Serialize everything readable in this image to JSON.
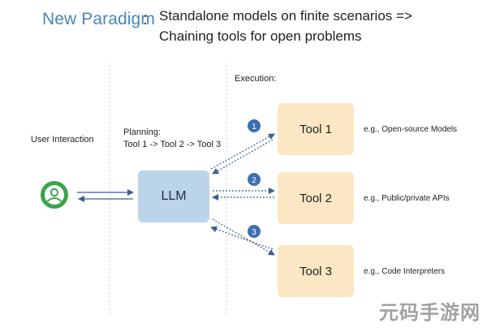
{
  "header": {
    "paradigm": "New Paradigm",
    "colon": ":",
    "line1": "Standalone models on finite scenarios =>",
    "line2": "Chaining tools for open problems"
  },
  "labels": {
    "user_interaction": "User Interaction",
    "planning_1": "Planning:",
    "planning_2": "Tool 1 -> Tool 2 -> Tool 3",
    "execution": "Execution:"
  },
  "llm": "LLM",
  "tools": [
    {
      "label": "Tool 1",
      "step": "1",
      "example": "e.g., Open-source Models"
    },
    {
      "label": "Tool 2",
      "step": "2",
      "example": "e.g., Public/private APIs"
    },
    {
      "label": "Tool 3",
      "step": "3",
      "example": "e.g., Code Interpreters"
    }
  ],
  "watermark": "元码手游网",
  "colors": {
    "paradigm": "#4a86b5",
    "tool_fill": "#fbe7c3",
    "llm_fill": "#bcd4ea",
    "badge": "#3d6fae",
    "user_icon": "#3ba34b",
    "arrow": "#3b5f8f"
  }
}
